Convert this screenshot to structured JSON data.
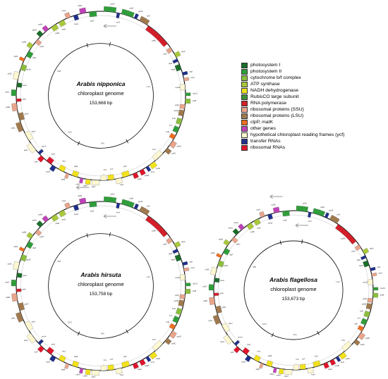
{
  "maps": [
    {
      "species": "Arabis nipponica",
      "subtitle": "chloroplast genome",
      "size": "153,668 bp"
    },
    {
      "species": "Arabis hirsuta",
      "subtitle": "chloroplast genome",
      "size": "153,758 bp"
    },
    {
      "species": "Arabis flagellosa",
      "subtitle": "chloroplast genome",
      "size": "153,673 bp"
    }
  ],
  "regions": {
    "lsc": "LSC",
    "ssc": "SSC",
    "ira": "IRA",
    "irb": "IRB"
  },
  "legend": {
    "items": [
      {
        "label": "photosystem I",
        "color": "#1a6e2a"
      },
      {
        "label": "photosystem II",
        "color": "#2f9e3a"
      },
      {
        "label": "cytochrome b/f complex",
        "color": "#8bbf3c"
      },
      {
        "label": "ATP synthase",
        "color": "#a9c93a"
      },
      {
        "label": "NADH dehydrogenase",
        "color": "#f2e21b"
      },
      {
        "label": "RubisCO large subunit",
        "color": "#3f8f3a"
      },
      {
        "label": "RNA polymerase",
        "color": "#d21f2a"
      },
      {
        "label": "ribosomal proteins (SSU)",
        "color": "#e9a58c"
      },
      {
        "label": "ribosomal proteins (LSU)",
        "color": "#a07a4e"
      },
      {
        "label": "clpP, matK",
        "color": "#ef6e1f"
      },
      {
        "label": "other genes",
        "color": "#c042b8"
      },
      {
        "label": "hypothetical chloroplast reading frames (ycf)",
        "color": "#fdf8d2"
      },
      {
        "label": "transfer RNAs",
        "color": "#1e2f8c"
      },
      {
        "label": "ribosomal RNAs",
        "color": "#e0142b"
      }
    ]
  }
}
